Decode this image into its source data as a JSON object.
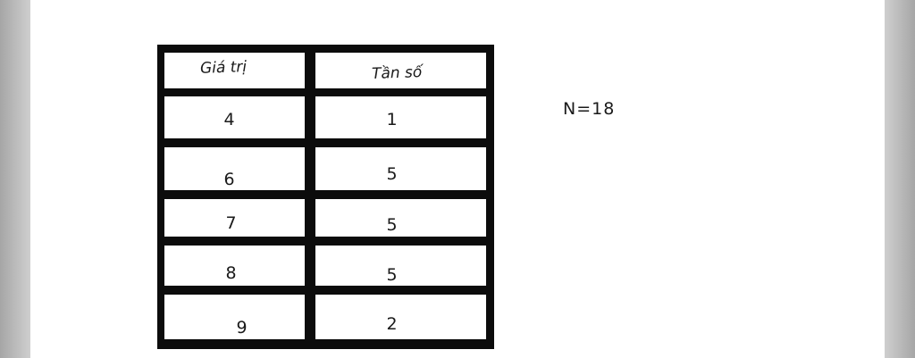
{
  "table": {
    "headers": [
      "Giá trị",
      "Tần số"
    ],
    "rows": [
      {
        "value": "4",
        "frequency": "1"
      },
      {
        "value": "6",
        "frequency": "5"
      },
      {
        "value": "7",
        "frequency": "5"
      },
      {
        "value": "8",
        "frequency": "5"
      },
      {
        "value": "9",
        "frequency": "2"
      }
    ]
  },
  "total": "N=18"
}
